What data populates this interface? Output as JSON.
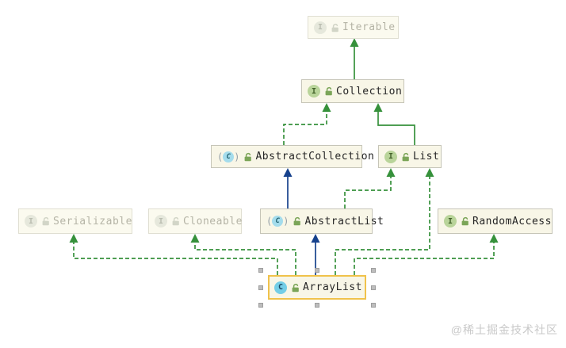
{
  "diagram": {
    "nodes": [
      {
        "id": "iterable",
        "label": "Iterable",
        "kind": "interface",
        "dimmed": true,
        "selected": false
      },
      {
        "id": "collection",
        "label": "Collection",
        "kind": "interface",
        "dimmed": false,
        "selected": false
      },
      {
        "id": "abstractcollection",
        "label": "AbstractCollection",
        "kind": "abstract_class",
        "dimmed": false,
        "selected": false
      },
      {
        "id": "list",
        "label": "List",
        "kind": "interface",
        "dimmed": false,
        "selected": false
      },
      {
        "id": "serializable",
        "label": "Serializable",
        "kind": "interface",
        "dimmed": true,
        "selected": false
      },
      {
        "id": "cloneable",
        "label": "Cloneable",
        "kind": "interface",
        "dimmed": true,
        "selected": false
      },
      {
        "id": "abstractlist",
        "label": "AbstractList",
        "kind": "abstract_class",
        "dimmed": false,
        "selected": false
      },
      {
        "id": "randomaccess",
        "label": "RandomAccess",
        "kind": "interface",
        "dimmed": false,
        "selected": false
      },
      {
        "id": "arraylist",
        "label": "ArrayList",
        "kind": "class",
        "dimmed": false,
        "selected": true
      }
    ],
    "edges": [
      {
        "from": "collection",
        "to": "iterable",
        "relation": "extends",
        "style": "solid",
        "color_key": "green"
      },
      {
        "from": "abstractcollection",
        "to": "collection",
        "relation": "implements",
        "style": "dashed",
        "color_key": "green"
      },
      {
        "from": "list",
        "to": "collection",
        "relation": "extends",
        "style": "solid",
        "color_key": "green"
      },
      {
        "from": "abstractlist",
        "to": "abstractcollection",
        "relation": "extends",
        "style": "solid",
        "color_key": "blue"
      },
      {
        "from": "abstractlist",
        "to": "list",
        "relation": "implements",
        "style": "dashed",
        "color_key": "green"
      },
      {
        "from": "arraylist",
        "to": "abstractlist",
        "relation": "extends",
        "style": "solid",
        "color_key": "blue"
      },
      {
        "from": "arraylist",
        "to": "list",
        "relation": "implements",
        "style": "dashed",
        "color_key": "green"
      },
      {
        "from": "arraylist",
        "to": "randomaccess",
        "relation": "implements",
        "style": "dashed",
        "color_key": "green"
      },
      {
        "from": "arraylist",
        "to": "cloneable",
        "relation": "implements",
        "style": "dashed",
        "color_key": "green"
      },
      {
        "from": "arraylist",
        "to": "serializable",
        "relation": "implements",
        "style": "dashed",
        "color_key": "green"
      }
    ],
    "colors": {
      "green": "#36913b",
      "blue": "#16418c",
      "selection_border": "#f0c24b",
      "node_background": "#f8f6e7",
      "node_border": "#c6c5b8",
      "dimmed_text": "#b5b4a6",
      "interface_icon_green": "#b9d49a",
      "class_icon_cyan": "#74cee7",
      "lock_green": "#7ba558"
    }
  },
  "watermark": "@稀土掘金技术社区"
}
